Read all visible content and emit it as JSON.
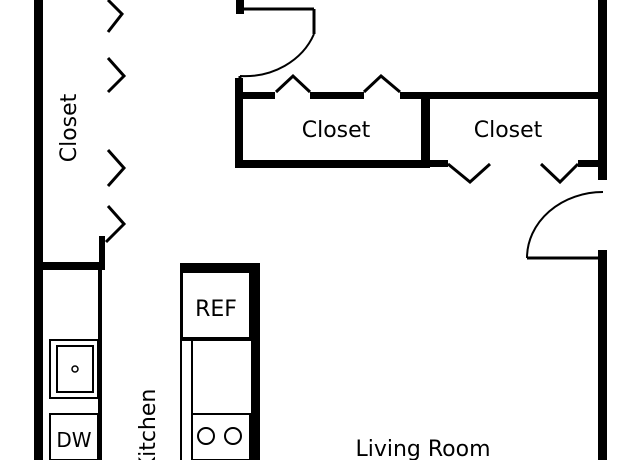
{
  "rooms": {
    "closet_left": "Closet",
    "closet_middle": "Closet",
    "closet_right": "Closet",
    "kitchen": "Kitchen",
    "living_room": "Living Room"
  },
  "fixtures": {
    "refrigerator": "REF",
    "dishwasher": "DW"
  },
  "colors": {
    "wall": "#000000",
    "background": "#ffffff"
  }
}
